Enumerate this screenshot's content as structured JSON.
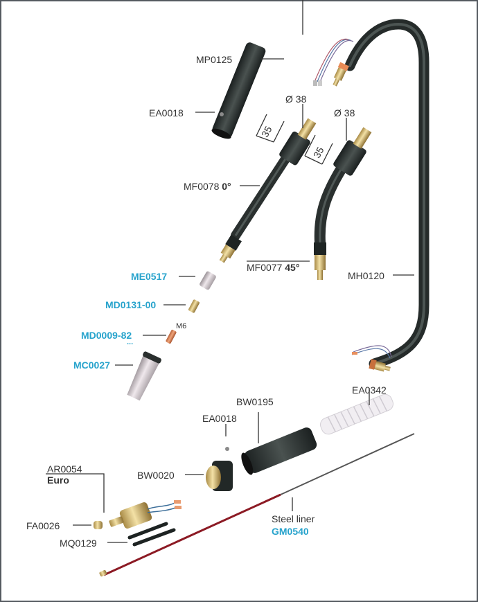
{
  "diagram": {
    "type": "exploded-parts-view",
    "subject": "MIG welding torch",
    "accent_color": "#27a3cc",
    "parts": [
      {
        "id": "mp0125",
        "code": "MP0125",
        "highlight": false
      },
      {
        "id": "ea0018-top",
        "code": "EA0018",
        "highlight": false
      },
      {
        "id": "mf0078",
        "code": "MF0078",
        "suffix": "0°",
        "highlight": false
      },
      {
        "id": "mf0077",
        "code": "MF0077",
        "suffix": "45°",
        "highlight": false
      },
      {
        "id": "mh0120",
        "code": "MH0120",
        "highlight": false
      },
      {
        "id": "me0517",
        "code": "ME0517",
        "highlight": true
      },
      {
        "id": "md0131",
        "code": "MD0131-00",
        "highlight": true
      },
      {
        "id": "md0009",
        "code": "MD0009-82",
        "extra": "...",
        "highlight": true
      },
      {
        "id": "mc0027",
        "code": "MC0027",
        "highlight": true
      },
      {
        "id": "ea0342",
        "code": "EA0342",
        "highlight": false
      },
      {
        "id": "bw0195",
        "code": "BW0195",
        "highlight": false
      },
      {
        "id": "ea0018-bottom",
        "code": "EA0018",
        "highlight": false
      },
      {
        "id": "bw0020",
        "code": "BW0020",
        "highlight": false
      },
      {
        "id": "ar0054",
        "code": "AR0054",
        "subtitle": "Euro",
        "highlight": false
      },
      {
        "id": "fa0026",
        "code": "FA0026",
        "highlight": false
      },
      {
        "id": "mq0129",
        "code": "MQ0129",
        "highlight": false
      },
      {
        "id": "gm0540",
        "code": "GM0540",
        "caption": "Steel liner",
        "highlight": true
      }
    ],
    "dimensions": {
      "diameter_1": "Ø 38",
      "diameter_2": "Ø 38",
      "length_1": "35",
      "length_2": "35",
      "thread": "M6"
    }
  }
}
